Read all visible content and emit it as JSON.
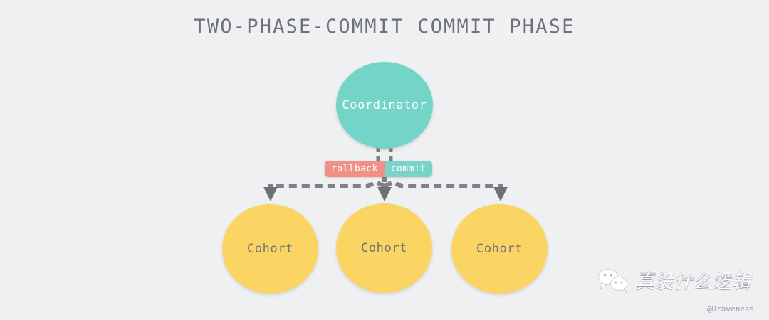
{
  "diagram": {
    "title": "TWO-PHASE-COMMIT COMMIT PHASE",
    "background_color": "#eff0f2",
    "title_color": "#6e707a",
    "nodes": [
      {
        "id": "coordinator",
        "label": "Coordinator",
        "role": "coordinator",
        "color": "#74d4c8",
        "text_color": "#ffffff"
      },
      {
        "id": "cohort-left",
        "label": "Cohort",
        "role": "cohort",
        "color": "#fad563",
        "text_color": "#70707a"
      },
      {
        "id": "cohort-mid",
        "label": "Cohort",
        "role": "cohort",
        "color": "#fad563",
        "text_color": "#70707a"
      },
      {
        "id": "cohort-right",
        "label": "Cohort",
        "role": "cohort",
        "color": "#fad563",
        "text_color": "#70707a"
      }
    ],
    "decision_badge": {
      "segments": [
        {
          "id": "rollback",
          "label": "rollback",
          "color": "#f09086"
        },
        {
          "id": "commit",
          "label": "commit",
          "color": "#7ad3c7"
        }
      ]
    },
    "edges": {
      "style": "dashed",
      "color": "#808089",
      "from": "coordinator",
      "to": [
        "cohort-left",
        "cohort-mid",
        "cohort-right"
      ]
    }
  },
  "watermark": {
    "account_name": "真没什么逻辑",
    "handle": "@Draveness",
    "icon": "wechat-icon"
  }
}
